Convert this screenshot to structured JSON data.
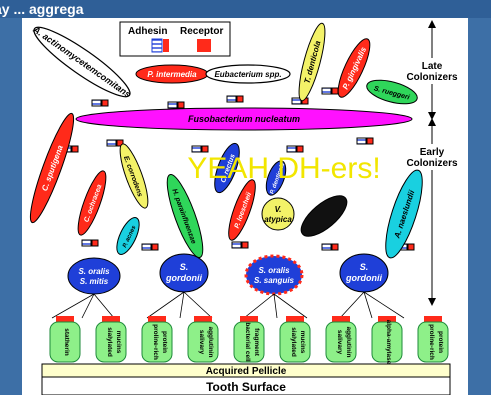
{
  "title_fragment": "ay       ...    aggrega",
  "legend": {
    "adhesin": "Adhesin",
    "receptor": "Receptor"
  },
  "group_labels": {
    "late_line1": "Late",
    "late_line2": "Colonizers",
    "early_line1": "Early",
    "early_line2": "Colonizers"
  },
  "watermark": "YEAH DH-ers!",
  "bacteria": {
    "a_actino": "A. actinomycetemcomitans",
    "p_intermedia": "P. intermedia",
    "eubacterium": "Eubacterium spp.",
    "t_denticola": "T. denticola",
    "p_gingivalis": "P. gingivalis",
    "s_rueggeri": "S. rueggeri",
    "fusobacterium": "Fusobacterium nucleatum",
    "c_sputigena": "C. sputigena",
    "c_ochracea": "C. ochracea",
    "e_corrodens": "E. corrodens",
    "c_rectus": "C. rectus",
    "p_loescheii": "P. loescheii",
    "p_denticola": "P. denticola",
    "h_parainfluenzae": "H. parainfluenzae",
    "a_naeslundii": "A. naeslundii",
    "p_acnes": "P. acnes",
    "v_atypica_1": "V.",
    "v_atypica_2": "atypica",
    "s_oralis_mitis_1": "S. oralis",
    "s_oralis_mitis_2": "S. mitis",
    "s_gordonii_a_1": "S.",
    "s_gordonii_a_2": "gordonii",
    "s_oralis_sanguis_1": "S. oralis",
    "s_oralis_sanguis_2": "S. sanguis",
    "s_gordonii_b_1": "S.",
    "s_gordonii_b_2": "gordonii"
  },
  "receptors": [
    {
      "l1": "statherin",
      "l2": ""
    },
    {
      "l1": "sialylated",
      "l2": "mucins"
    },
    {
      "l1": "proline-rich",
      "l2": "protein"
    },
    {
      "l1": "salivary",
      "l2": "agglutinin"
    },
    {
      "l1": "bacterial cell",
      "l2": "fragment"
    },
    {
      "l1": "sialylated",
      "l2": "mucins"
    },
    {
      "l1": "salivary",
      "l2": "agglutinin"
    },
    {
      "l1": "alpha-amylase",
      "l2": ""
    },
    {
      "l1": "proline-rich",
      "l2": "protein"
    }
  ],
  "pellicle": "Acquired Pellicle",
  "tooth_surface": "Tooth Surface",
  "colors": {
    "background": "#3d6fa6",
    "panel": "#ffffff",
    "magenta": "#ff11ff",
    "red": "#ff2a1a",
    "blue": "#1f3fd8",
    "yellow": "#f3f268",
    "green": "#2fd65a",
    "light_green": "#8ef089",
    "cyan": "#19d0e0",
    "navy": "#10106a",
    "pellicle": "#ffffcc",
    "watermark": "#f2e600"
  }
}
